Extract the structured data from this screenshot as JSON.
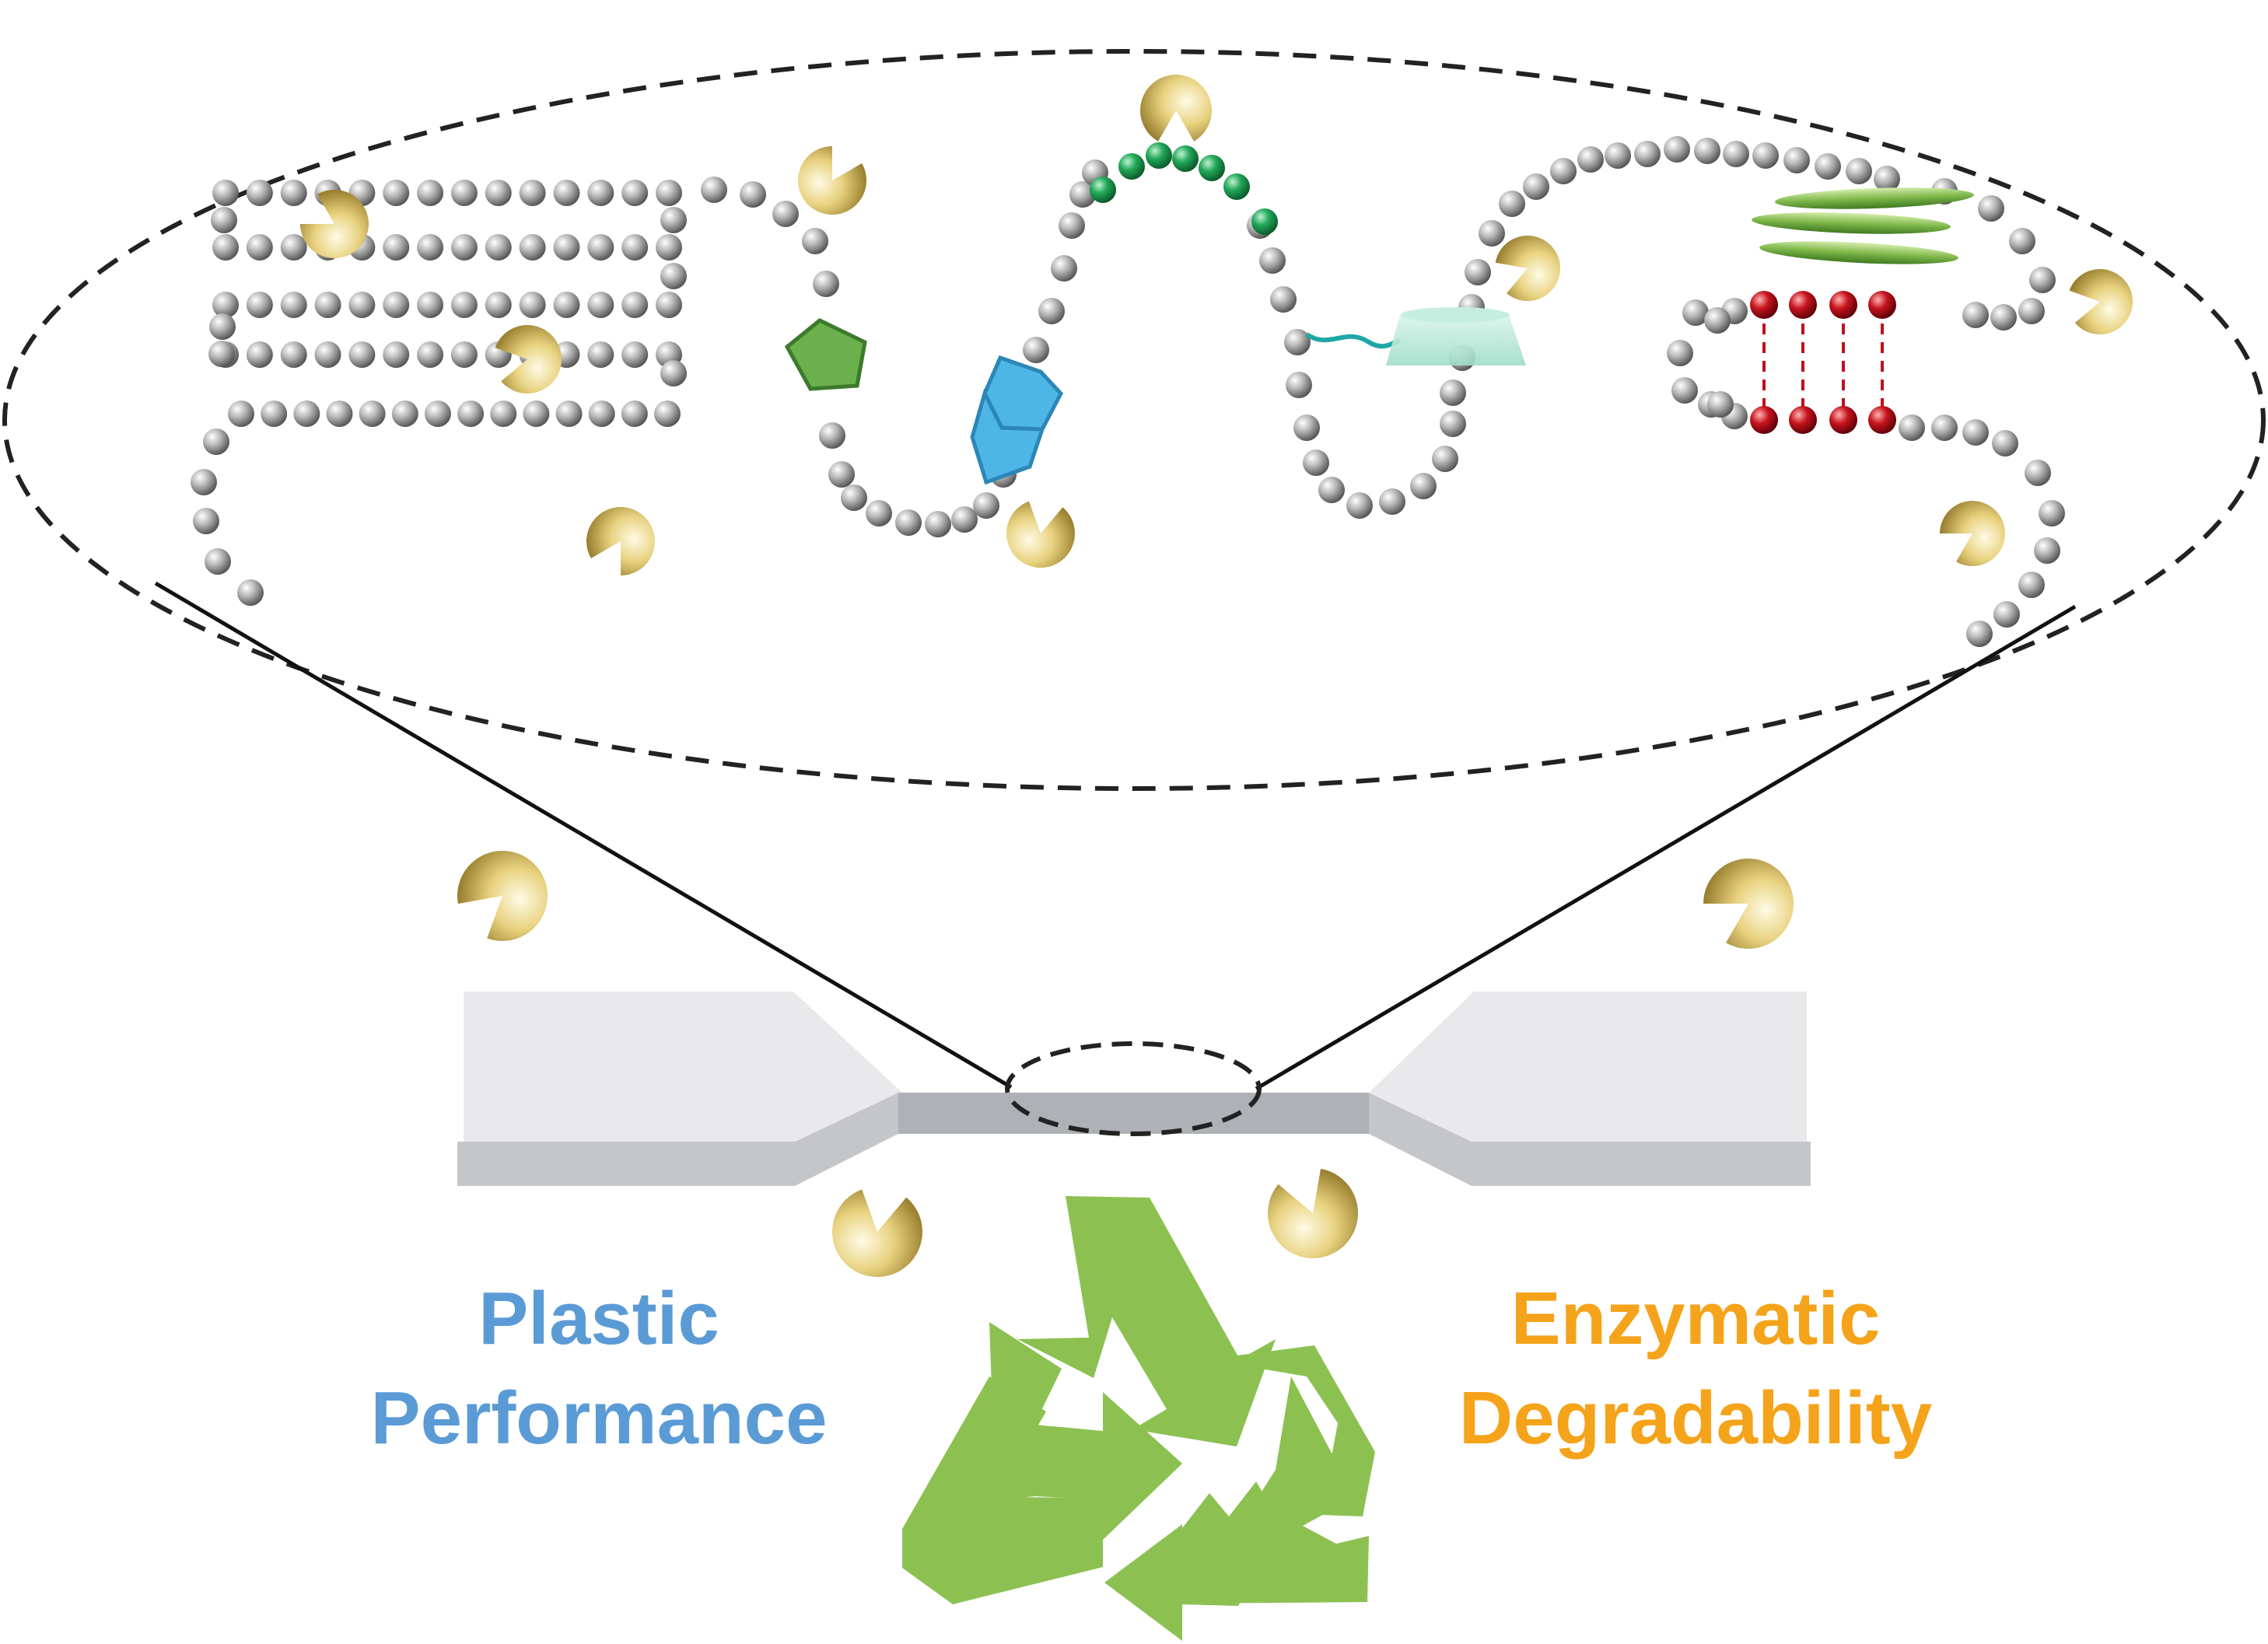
{
  "labels": {
    "left": {
      "line1": "Plastic",
      "line2": "Performance"
    },
    "right": {
      "line1": "Enzymatic",
      "line2": "Degradability"
    }
  },
  "colors": {
    "left_label": "#5B9BD5",
    "right_label": "#F5A31A",
    "bead": "#9e9e9e",
    "green_bead": "#1f9e4f",
    "red_bead": "#c0101c",
    "enzyme": "#e2cc7a",
    "recycle": "#8cc152",
    "pentagon": "#6ab04c",
    "fused_ring": "#4db6e6",
    "ellipse_dash": "#222222",
    "specimen_top": "#e9e9eb",
    "specimen_side": "#c4c6c9"
  },
  "icons": [
    "enzyme-pacman-icon",
    "recycle-icon"
  ]
}
